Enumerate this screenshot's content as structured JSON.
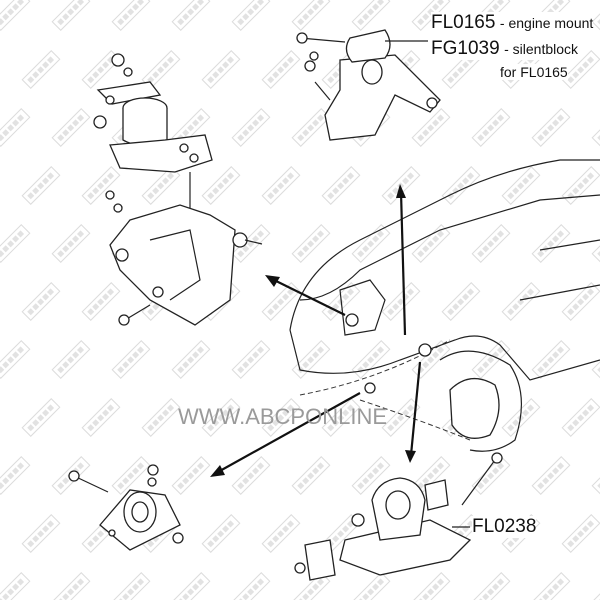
{
  "watermark": "FIXAR",
  "website": "WWW.ABCPONLINE",
  "callouts": [
    {
      "code": "FL0165",
      "description": "- engine mount"
    },
    {
      "code": "FG1039",
      "description": "- silentblock",
      "description_line2": "for FL0165"
    },
    {
      "code": "FL0238",
      "description": ""
    }
  ]
}
